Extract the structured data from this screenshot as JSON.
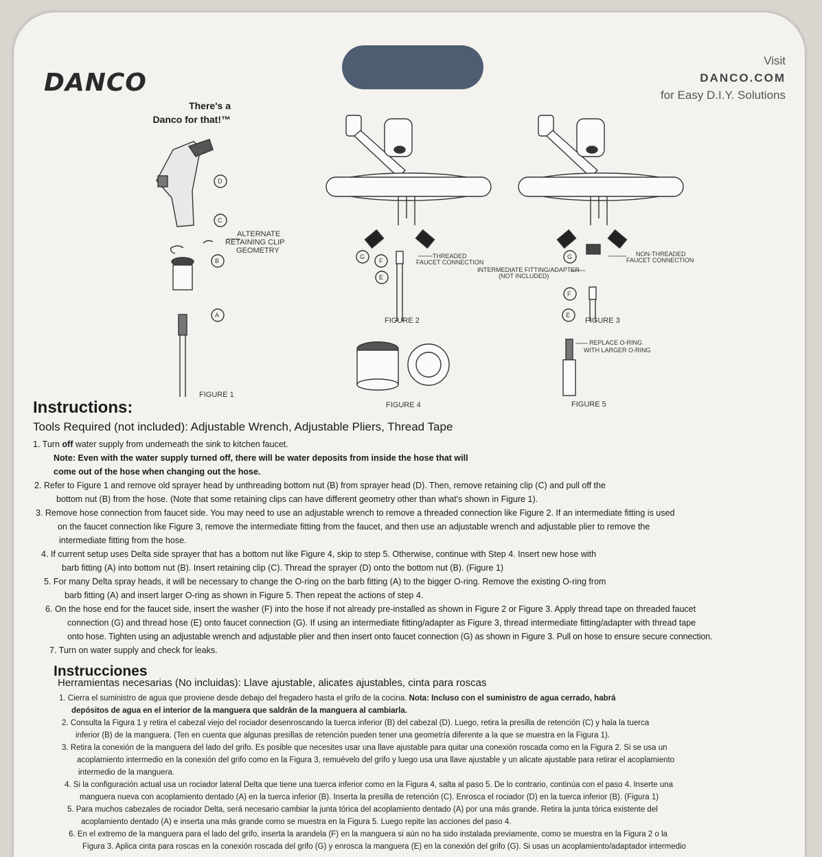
{
  "brand": {
    "logo": "DANCO",
    "tagline_line1": "There's a",
    "tagline_line2": "Danco for that!™"
  },
  "visit": {
    "line1": "Visit",
    "line2": "DANCO.COM",
    "line3": "for Easy D.I.Y. Solutions"
  },
  "figures": {
    "figure1": "FIGURE 1",
    "figure2": "FIGURE 2",
    "figure3": "FIGURE 3",
    "figure4": "FIGURE 4",
    "figure5": "FIGURE 5",
    "alt_clip_1": "ALTERNATE",
    "alt_clip_2": "RETAINING CLIP",
    "alt_clip_3": "GEOMETRY",
    "threaded_1": "THREADED",
    "threaded_2": "FAUCET CONNECTION",
    "intermediate_1": "INTERMEDIATE FITTING/ADAPTER",
    "intermediate_2": "(NOT INCLUDED)",
    "nonthreaded_1": "NON-THREADED",
    "nonthreaded_2": "FAUCET CONNECTION",
    "replace_1": "REPLACE O-RING",
    "replace_2": "WITH LARGER O-RING",
    "letters": {
      "a": "A",
      "b": "B",
      "c": "C",
      "d": "D",
      "e": "E",
      "f": "F",
      "g": "G"
    }
  },
  "instructions_en": {
    "heading": "Instructions:",
    "tools": "Tools Required (not included):  Adjustable Wrench, Adjustable Pliers, Thread Tape",
    "s1a_pre": "1.  Turn ",
    "s1a_bold": "off",
    "s1a_post": " water supply from underneath the sink to kitchen faucet.",
    "s1b": "Note: Even with the water supply turned off, there will be water deposits from inside the hose that will",
    "s1c": "come out of the hose when changing out the hose.",
    "s2a": "2.  Refer to Figure 1 and remove old sprayer head by unthreading bottom nut (B) from sprayer head (D). Then, remove retaining clip (C) and pull off the",
    "s2b": "bottom nut (B) from the hose. (Note that some retaining clips can have different geometry other than what's shown in Figure 1).",
    "s3a": "3.  Remove hose connection from faucet side.  You may need to use an adjustable wrench to remove a threaded connection like Figure 2. If an intermediate fitting is used",
    "s3b": "on the faucet connection like Figure 3, remove the intermediate fitting from the faucet, and then use an adjustable wrench and adjustable plier to remove the",
    "s3c": "intermediate fitting from the hose.",
    "s4a": "4.  If current setup uses Delta side sprayer that has a bottom nut like Figure 4, skip to step 5. Otherwise, continue with Step 4. Insert new hose with",
    "s4b": "barb fitting (A) into bottom nut (B). Insert retaining clip (C).  Thread the sprayer (D) onto the bottom nut (B). (Figure 1)",
    "s5a": "5.  For many Delta spray heads, it will be necessary to change the O-ring on the barb fitting (A) to the bigger O-ring. Remove the existing O-ring from",
    "s5b": "barb fitting (A) and insert larger O-ring as shown in Figure 5. Then repeat the actions of step 4.",
    "s6a": "6.  On the hose end for the faucet side, insert the washer (F) into the hose if not already pre-installed as shown in Figure 2 or Figure 3. Apply thread tape on threaded faucet",
    "s6b": "connection (G) and thread hose (E) onto faucet connection (G). If using an intermediate fitting/adapter as Figure 3, thread intermediate fitting/adapter with thread tape",
    "s6c": "onto hose. Tighten using an adjustable wrench and adjustable plier and then insert onto faucet connection (G) as shown in Figure 3. Pull on hose to ensure secure connection.",
    "s7": "7.  Turn on water supply and check for leaks."
  },
  "instructions_es": {
    "heading": "Instrucciones",
    "tools": "Herramientas necesarias (No incluidas):  Llave ajustable, alicates ajustables, cinta para roscas",
    "s1a_pre": "1.  Cierra el suministro de agua que proviene desde debajo del fregadero hasta el grifo de la cocina. ",
    "s1a_bold": "Nota: Incluso con el suministro de agua cerrado, habrá",
    "s1b": "depósitos de agua en el interior de la manguera que saldrán de la manguera al cambiarla.",
    "s2a": "2.  Consulta la Figura 1 y retira el cabezal viejo del rociador desenroscando la tuerca inferior (B) del cabezal (D). Luego, retira la presilla de retención (C) y hala la tuerca",
    "s2b": "inferior (B) de la manguera. (Ten en cuenta que algunas presillas de retención pueden tener una geometría diferente a la que se muestra en la Figura 1).",
    "s3a": "3.  Retira la conexión de la manguera del lado del grifo.  Es posible que necesites usar una llave ajustable para quitar una conexión roscada como en la Figura 2. Si se usa un",
    "s3b": "acoplamiento intermedio en la conexión del grifo como en la Figura 3, remuévelo del grifo y luego usa una llave ajustable y un alicate ajustable para retirar el acoplamiento",
    "s3c": "intermedio de la manguera.",
    "s4a": "4.  Si la configuración actual usa un rociador lateral Delta que tiene una tuerca inferior como en la Figura 4, salta al paso 5. De lo contrario, continúa con el paso 4. Inserte una",
    "s4b": "manguera nueva con acoplamiento dentado (A) en la tuerca inferior (B). Inserta la presilla de retención (C).  Enrosca el rociador (D) en la tuerca inferior (B). (Figura 1)",
    "s5a": "5.  Para muchos cabezales de rociador Delta, será necesario cambiar la junta tórica del acoplamiento dentado (A) por una más grande. Retira la junta tórica existente del",
    "s5b": "acoplamiento dentado (A) e inserta una más grande como se muestra en la Figura 5. Luego repite las acciones del paso 4.",
    "s6a": "6.  En el extremo de la manguera para el lado del grifo, inserta la arandela (F) en la manguera si aún no ha sido instalada previamente, como se muestra en la Figura 2 o la",
    "s6b": "Figura 3. Aplica cinta para roscas en la conexión roscada del grifo (G) y enrosca la manguera (E) en la conexión del grifo (G). Si usas un acoplamiento/adaptador intermedio"
  }
}
